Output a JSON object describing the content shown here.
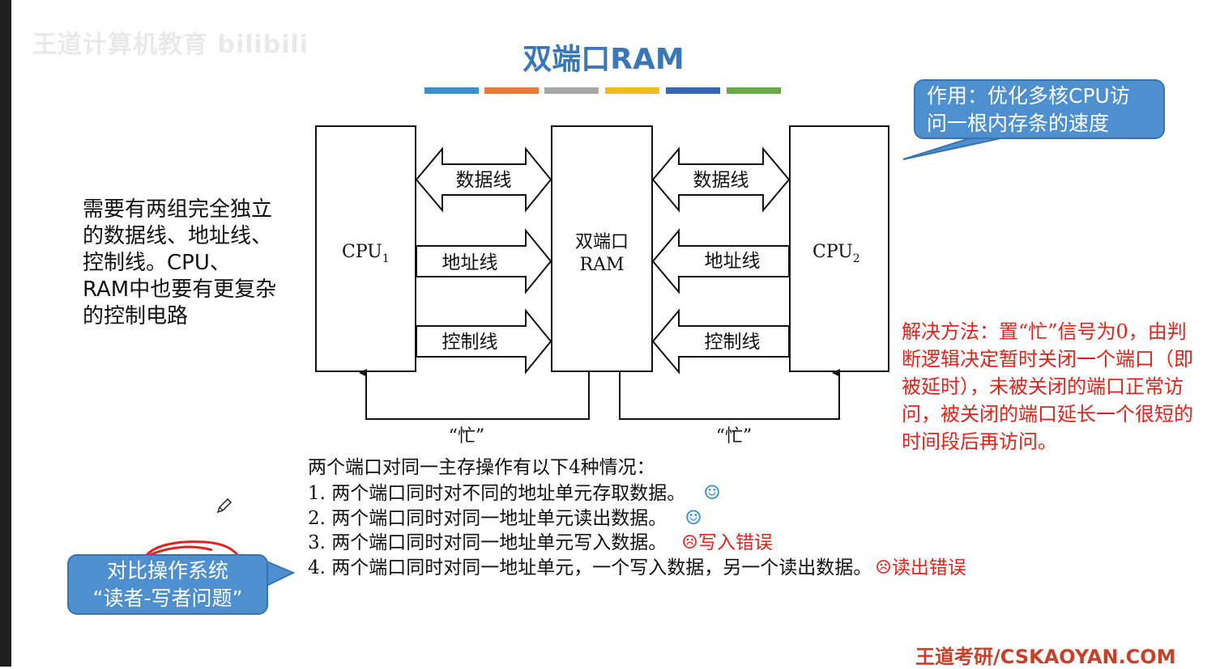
{
  "watermark": "王道计算机教育 bilibili",
  "title": "双端口RAM",
  "colors": {
    "title": "#3a77b8",
    "callout": "#4e8fd0",
    "red_text": "#e0241b",
    "footer": "#c7402a",
    "stripes": [
      "#3f8ed0",
      "#e57a3a",
      "#a6a6a6",
      "#f4bb21",
      "#3a64b5",
      "#6aaa45"
    ]
  },
  "callout_top": {
    "lines": [
      "作用：优化多核CPU访",
      "问一根内存条的速度"
    ]
  },
  "left_note": "需要有两组完全独立的数据线、地址线、控制线。CPU、RAM中也要有更复杂的控制电路",
  "diagram": {
    "cpu1_label": "CPU",
    "cpu1_sub": "1",
    "cpu2_label": "CPU",
    "cpu2_sub": "2",
    "ram_label_line1": "双端口",
    "ram_label_line2": "RAM",
    "data_line": "数据线",
    "addr_line": "地址线",
    "ctrl_line": "控制线",
    "busy": "“忙”"
  },
  "red_note": "解决方法：置“忙”信号为0，由判断逻辑决定暂时关闭一个端口（即被延时），未被关闭的端口正常访问，被关闭的端口延长一个很短的时间段后再访问。",
  "cases": {
    "intro": "两个端口对同一主存操作有以下4种情况：",
    "items": [
      {
        "text": "1. 两个端口同时对不同的地址单元存取数据。",
        "mark": "☺",
        "note": ""
      },
      {
        "text": "2. 两个端口同时对同一地址单元读出数据。",
        "mark": "☺",
        "note": ""
      },
      {
        "text": "3. 两个端口同时对同一地址单元写入数据。",
        "mark": "",
        "note": "☹写入错误"
      },
      {
        "text": "4. 两个端口同时对同一地址单元，一个写入数据，另一个读出数据。",
        "mark": "",
        "note": "☹读出错误"
      }
    ]
  },
  "callout_bottom": {
    "lines": [
      "对比操作系统",
      "“读者-写者问题”"
    ]
  },
  "footer": "王道考研/CSKAOYAN.COM",
  "icons": {
    "pencil": "pencil-icon",
    "smile": "smile-icon",
    "frown": "frown-icon"
  }
}
